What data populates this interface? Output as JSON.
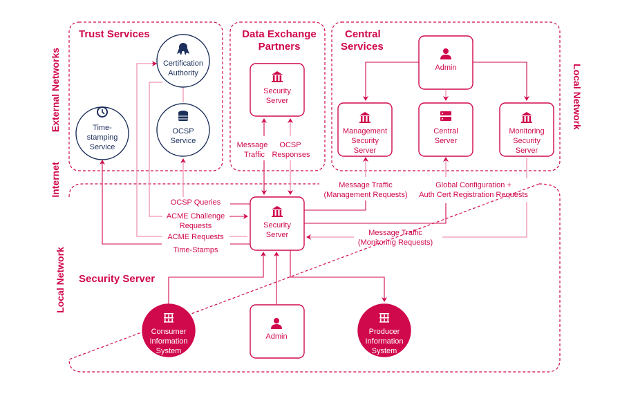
{
  "colors": {
    "accent": "#D0094C",
    "navy": "#1C2F5A",
    "light_line": "#EF94B0"
  },
  "side_labels": {
    "external_networks": "External Networks",
    "internet": "Internet",
    "local_network_left": "Local Network",
    "local_network_right": "Local Network"
  },
  "zones": {
    "trust_services": {
      "title": "Trust Services"
    },
    "data_exchange_partners": {
      "title_line1": "Data Exchange",
      "title_line2": "Partners"
    },
    "central_services": {
      "title_line1": "Central",
      "title_line2": "Services"
    },
    "security_server": {
      "title": "Security Server"
    }
  },
  "nodes": {
    "certification_authority": {
      "line1": "Certification",
      "line2": "Authority",
      "icon": "award-badge-icon"
    },
    "timestamping_service": {
      "line1": "Time-",
      "line2": "stamping",
      "line3": "Service",
      "icon": "clock-icon"
    },
    "ocsp_service": {
      "line1": "OCSP",
      "line2": "Service",
      "icon": "database-icon"
    },
    "partner_security_server": {
      "line1": "Security",
      "line2": "Server",
      "icon": "bank-icon"
    },
    "central_admin": {
      "line1": "Admin",
      "icon": "user-icon"
    },
    "management_security_server": {
      "line1": "Management",
      "line2": "Security",
      "line3": "Server",
      "icon": "bank-icon"
    },
    "central_server": {
      "line1": "Central",
      "line2": "Server",
      "icon": "server-icon"
    },
    "monitoring_security_server": {
      "line1": "Monitoring",
      "line2": "Security",
      "line3": "Server",
      "icon": "bank-icon"
    },
    "local_security_server": {
      "line1": "Security",
      "line2": "Server",
      "icon": "bank-icon"
    },
    "consumer_is": {
      "line1": "Consumer",
      "line2": "Information",
      "line3": "System",
      "icon": "columns-icon"
    },
    "local_admin": {
      "line1": "Admin",
      "icon": "user-icon"
    },
    "producer_is": {
      "line1": "Producer",
      "line2": "Information",
      "line3": "System",
      "icon": "columns-icon"
    }
  },
  "edge_labels": {
    "message_traffic": {
      "line1": "Message",
      "line2": "Traffic"
    },
    "ocsp_responses": {
      "line1": "OCSP",
      "line2": "Responses"
    },
    "management_requests": {
      "line1": "Message Traffic",
      "line2": "(Management Requests)"
    },
    "global_configuration": {
      "line1": "Global Configuration +",
      "line2": "Auth Cert Registration Requests"
    },
    "monitoring_requests": {
      "line1": "Message Traffic",
      "line2": "(Monitoring Requests)"
    },
    "ocsp_queries": "OCSP Queries",
    "acme_challenge": {
      "line1": "ACME Challenge",
      "line2": "Requests"
    },
    "acme_requests": "ACME Requests",
    "time_stamps": "Time-Stamps"
  }
}
